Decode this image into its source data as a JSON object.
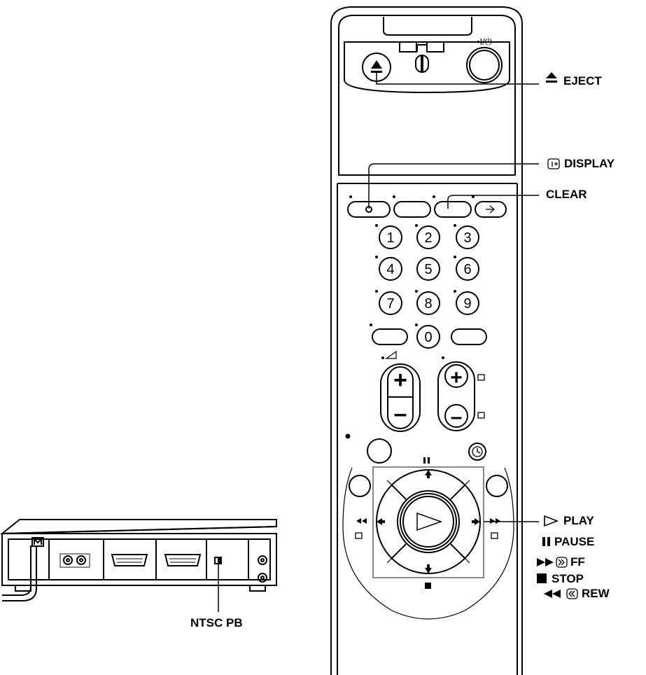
{
  "callouts": {
    "eject": "EJECT",
    "display": "DISPLAY",
    "clear": "CLEAR",
    "play": "PLAY",
    "pause": "PAUSE",
    "ff": "FF",
    "stop": "STOP",
    "rew": "REW",
    "ntsc_pb": "NTSC PB"
  },
  "remote": {
    "keys": [
      "1",
      "2",
      "3",
      "4",
      "5",
      "6",
      "7",
      "8",
      "9",
      "0"
    ],
    "power_label": "•I/⏻",
    "volume_symbol": "◿",
    "plus": "+",
    "minus": "–"
  },
  "icons": {
    "eject": "eject-icon",
    "display": "display-info-icon",
    "play": "play-triangle-icon",
    "pause": "pause-icon",
    "ff": "fast-forward-icon",
    "stop": "stop-icon",
    "rew": "rewind-icon",
    "timer": "clock-icon"
  }
}
